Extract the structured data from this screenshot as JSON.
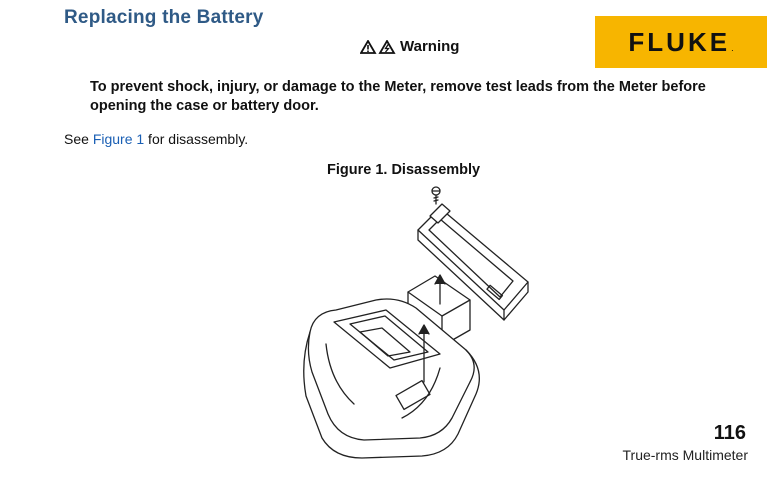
{
  "heading": "Replacing the Battery",
  "logo": {
    "text": "FLUKE",
    "dot": ".",
    "color": "#f7b500"
  },
  "warning": {
    "title": "Warning",
    "body": "To prevent shock, injury, or damage to the Meter, remove test leads from the Meter before opening the case or battery door."
  },
  "see": {
    "prefix": "See ",
    "link": "Figure 1",
    "suffix": " for disassembly."
  },
  "figure": {
    "caption": "Figure 1. Disassembly"
  },
  "footer": {
    "page_number": "116",
    "product": "True-rms Multimeter"
  },
  "colors": {
    "heading": "#2f5a86",
    "link": "#1a5fb4"
  }
}
